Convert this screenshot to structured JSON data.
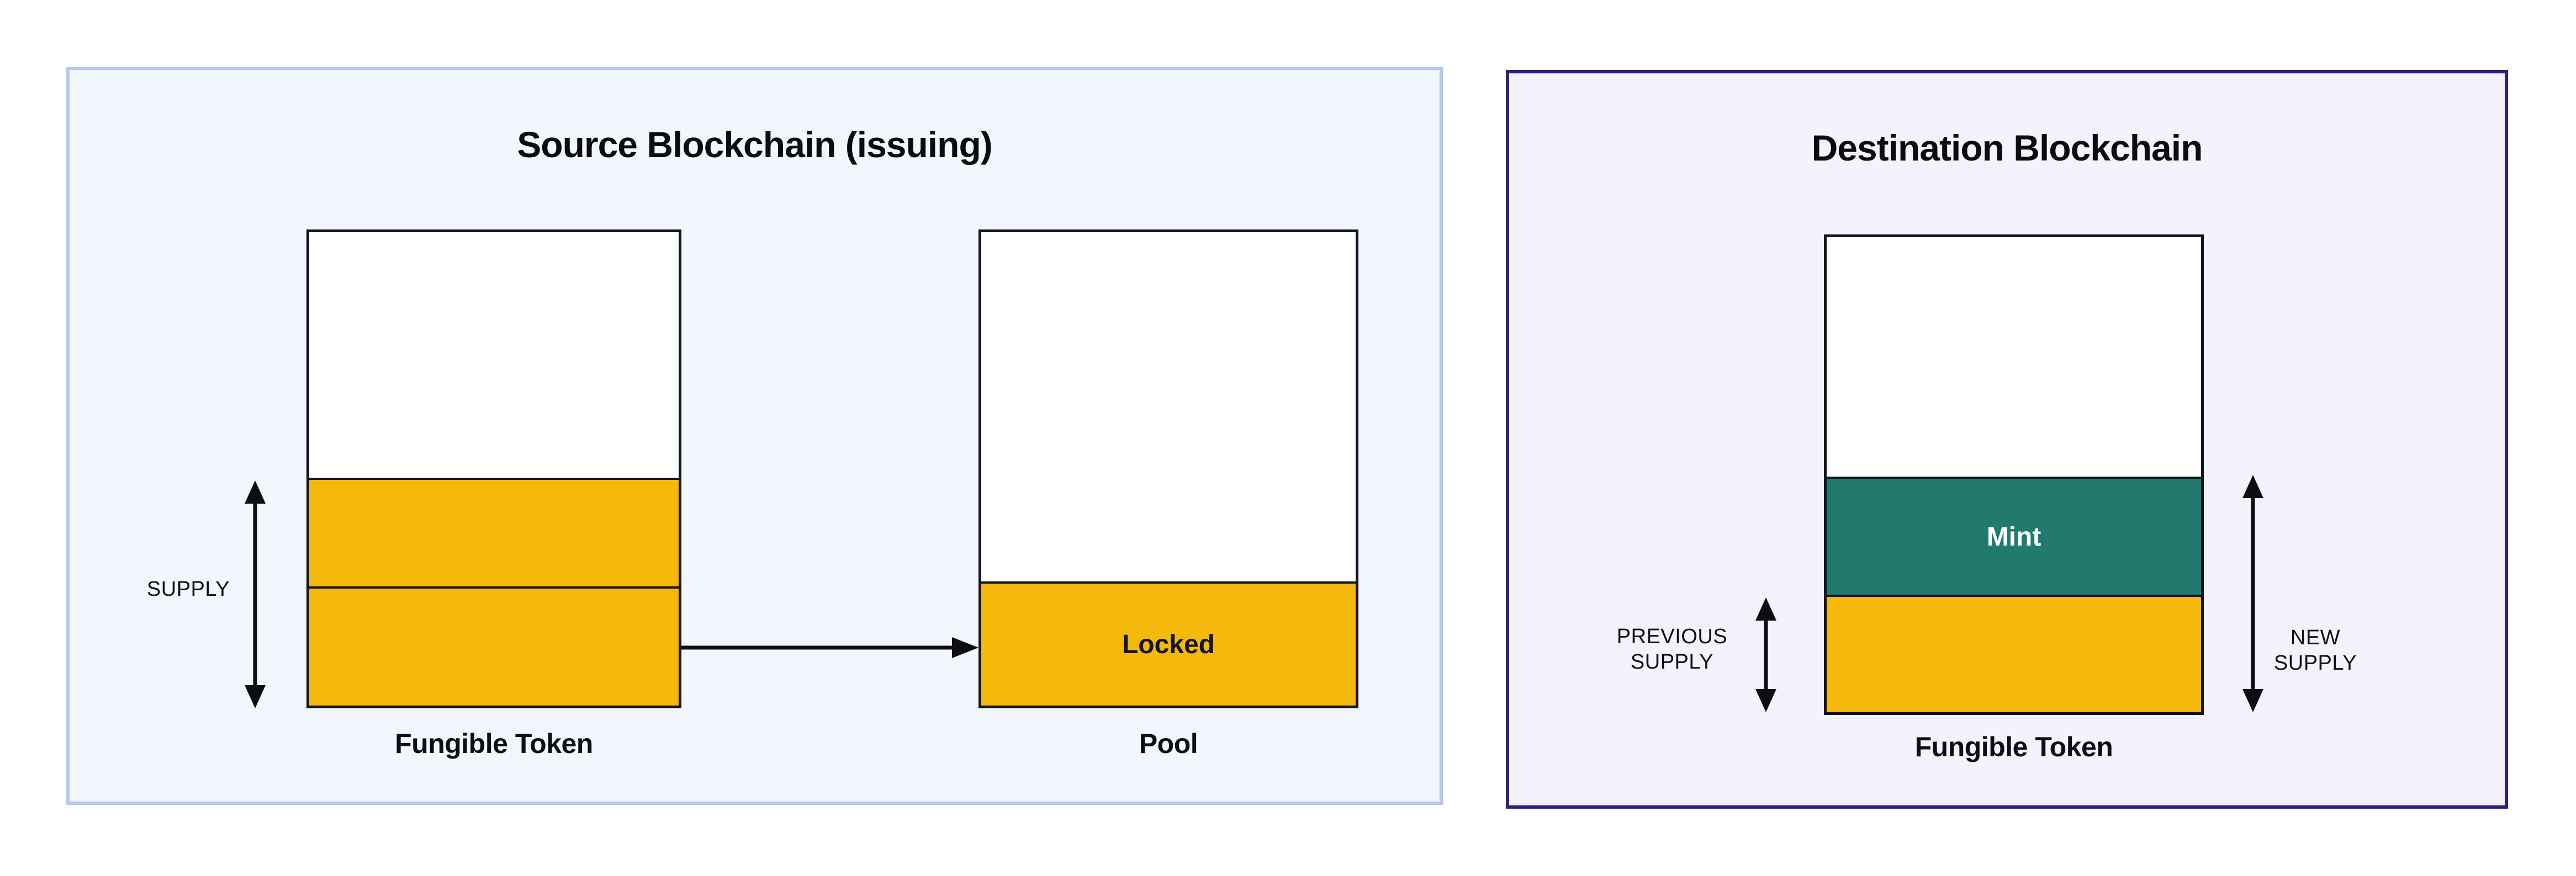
{
  "source_panel": {
    "title": "Source Blockchain (issuing)",
    "supply_label": "SUPPLY",
    "fungible_token_label": "Fungible Token",
    "pool_label": "Pool",
    "locked_label": "Locked"
  },
  "destination_panel": {
    "title": "Destination Blockchain",
    "previous_supply_label": [
      "PREVIOUS",
      "SUPPLY"
    ],
    "new_supply_label": [
      "NEW",
      "SUPPLY"
    ],
    "mint_label": "Mint",
    "fungible_token_label": "Fungible Token"
  },
  "colors": {
    "source_background": "#f2f6fd",
    "source_border": "#b6c8f2",
    "destination_background": "#f4f2fc",
    "destination_border": "#2f1f7e",
    "token_yellow": "#f5b90d",
    "mint_teal": "#227a6e",
    "outline_ink": "#14141f",
    "arrow_black": "#0d0d12",
    "mint_text": "#ffffff"
  }
}
